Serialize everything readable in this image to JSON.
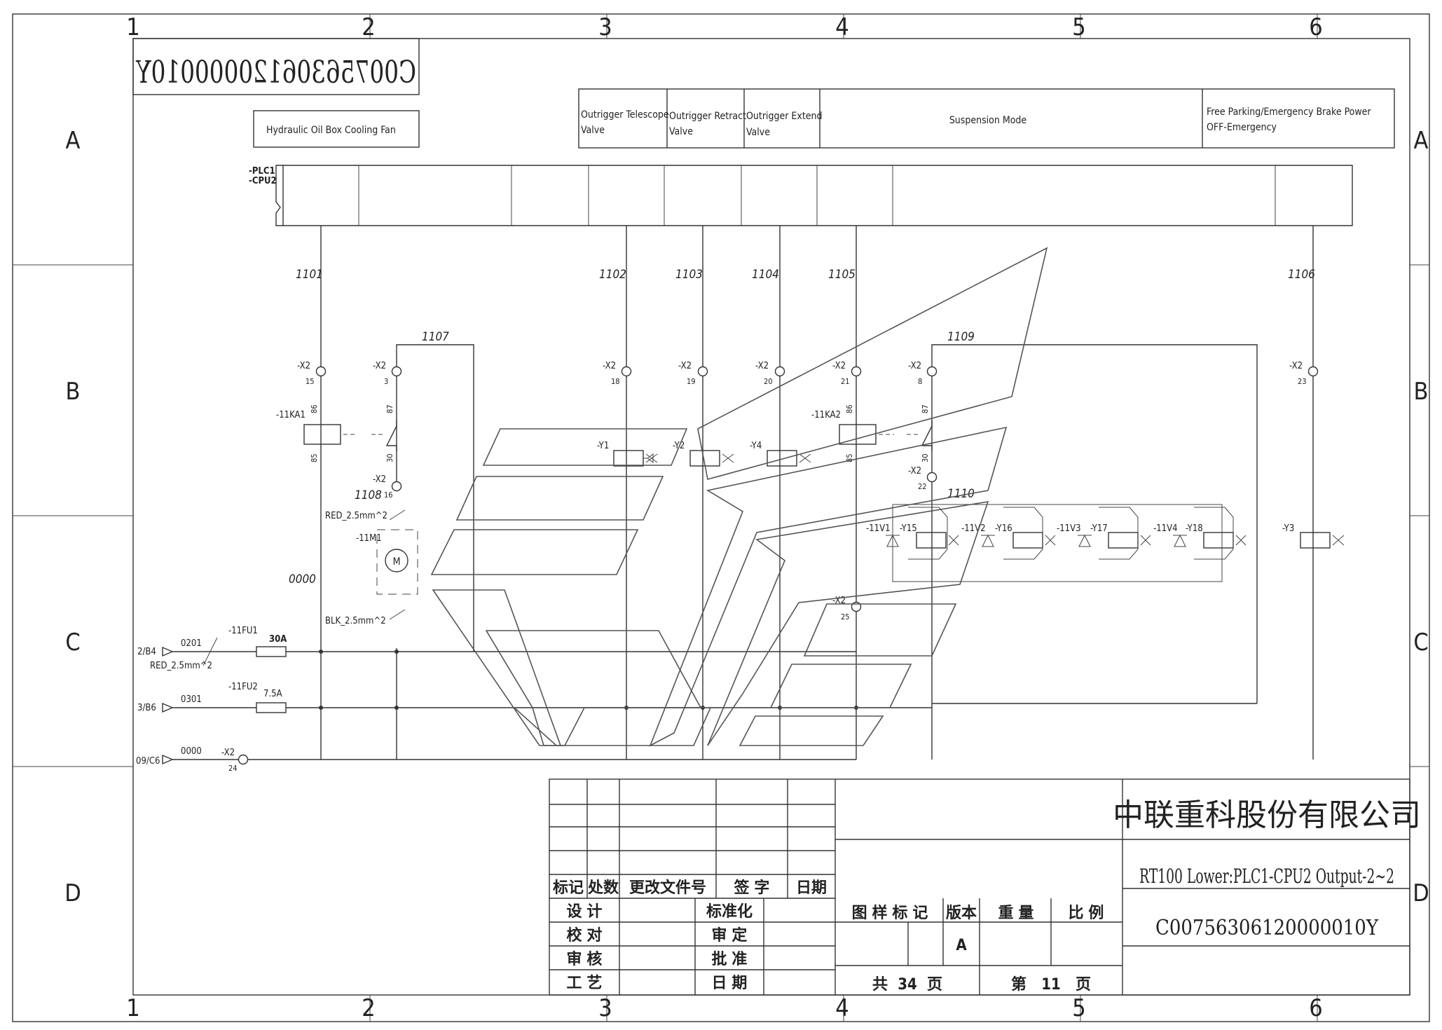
{
  "frame": {
    "columns": [
      "1",
      "2",
      "3",
      "4",
      "5",
      "6"
    ],
    "rows": [
      "A",
      "B",
      "C",
      "D"
    ]
  },
  "stamp_mirrored": "C00756306120000010Y",
  "headers": {
    "fan": "Hydraulic Oil Box Cooling Fan",
    "telescope": [
      "Outrigger Telescope",
      "Valve"
    ],
    "retract": [
      "Outrigger Retract",
      "Valve"
    ],
    "extend": [
      "Outrigger Extend",
      "Valve"
    ],
    "suspension": "Suspension Mode",
    "parking": [
      "Free Parking/Emergency Brake Power",
      "OFF-Emergency"
    ]
  },
  "plc": [
    "-PLC1",
    "-CPU2"
  ],
  "wires": {
    "w1101": "1101",
    "w1102": "1102",
    "w1103": "1103",
    "w1104": "1104",
    "w1105": "1105",
    "w1106": "1106",
    "w1107": "1107",
    "w1108": "1108",
    "w1109": "1109",
    "w1110": "1110",
    "w0000": "0000"
  },
  "terminals": {
    "x2": "-X2",
    "t15": "15",
    "t3": "3",
    "t18": "18",
    "t19": "19",
    "t20": "20",
    "t21": "21",
    "t8": "8",
    "t23": "23",
    "t16": "16",
    "t22": "22",
    "t25": "25",
    "t24": "24"
  },
  "relays": {
    "ka1": "-11KA1",
    "ka2": "-11KA2",
    "p86": "86",
    "p85": "85",
    "p87": "87",
    "p30": "30"
  },
  "motor": {
    "tag": "-11M1",
    "symbol": "M",
    "red": "RED_2.5mm^2",
    "blk": "BLK_2.5mm^2"
  },
  "coils": {
    "y1": "-Y1",
    "y2": "-Y2",
    "y4": "-Y4",
    "y3": "-Y3",
    "y15": "-Y15",
    "y16": "-Y16",
    "y17": "-Y17",
    "y18": "-Y18",
    "v1": "-11V1",
    "v2": "-11V2",
    "v3": "-11V3",
    "v4": "-11V4"
  },
  "supply": {
    "ref1": "2/B4",
    "ref2": "3/B6",
    "ref3": "09/C6",
    "n1": "0201",
    "n2": "0301",
    "n3": "0000",
    "fu1": "-11FU1",
    "fu2": "-11FU2",
    "fu1_rating": "30A",
    "fu2_rating": "7.5A",
    "red": "RED_2.5mm^2"
  },
  "title_block": {
    "company": "中联重科股份有限公司",
    "drawing_title": "RT100 Lower:PLC1-CPU2 Output-2~2",
    "drawing_no": "C00756306120000010Y",
    "rev_headers": [
      "标记",
      "处数",
      "更改文件号",
      "签 字",
      "日期"
    ],
    "roles_left": [
      "设 计",
      "校 对",
      "审 核",
      "工 艺"
    ],
    "roles_right": [
      "标准化",
      "审 定",
      "批 准",
      "日 期"
    ],
    "mark_header": "图 样 标 记",
    "version_header": "版本",
    "weight_header": "重 量",
    "scale_header": "比 例",
    "version": "A",
    "total_prefix": "共",
    "total": "34",
    "total_suffix": "页",
    "sheet_prefix": "第",
    "sheet": "11",
    "sheet_suffix": "页"
  }
}
